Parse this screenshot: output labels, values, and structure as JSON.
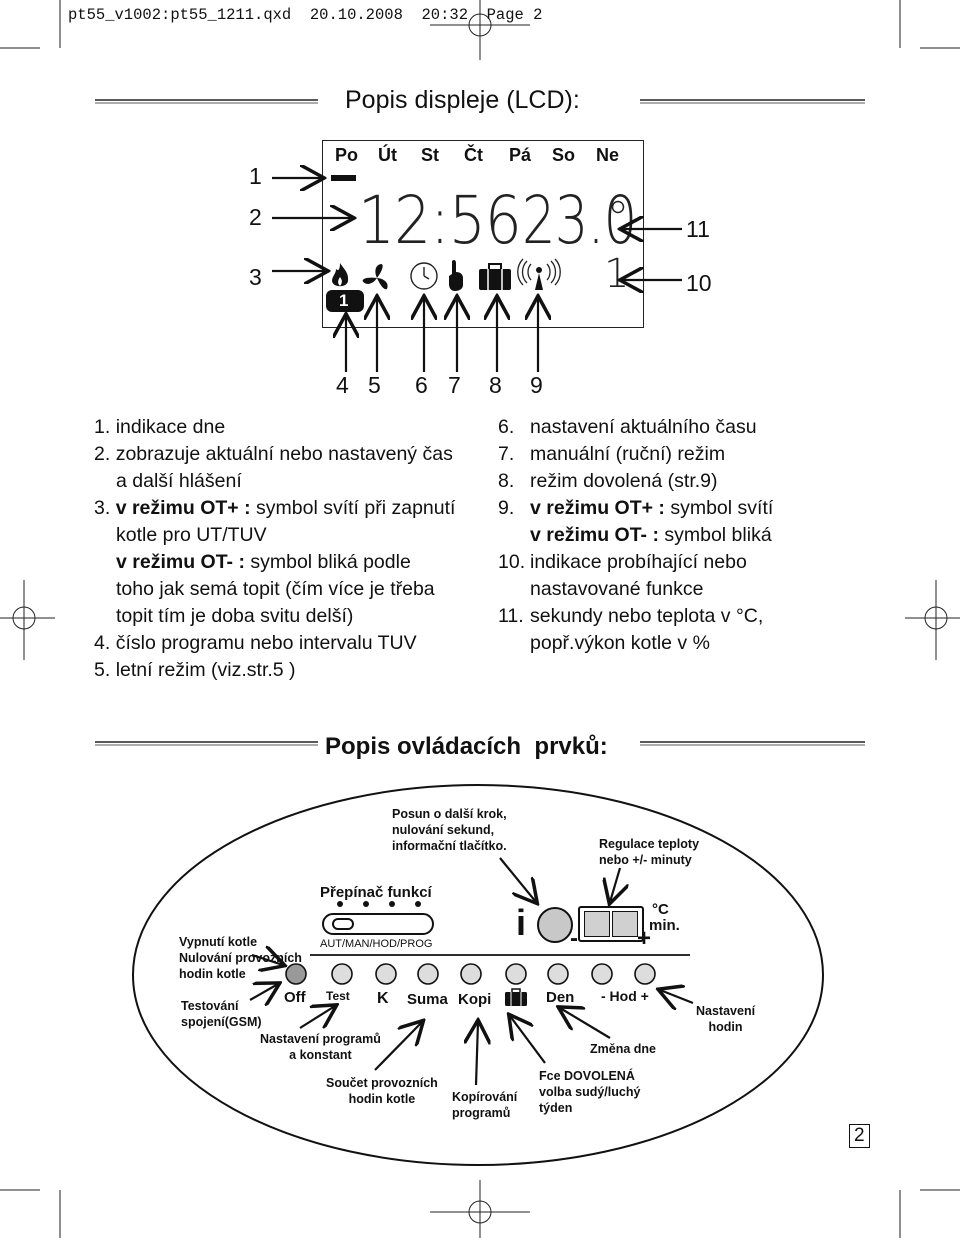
{
  "print_header": {
    "filename": "pt55_v1002:pt55_1211.qxd",
    "date": "20.10.2008",
    "time": "20:32",
    "page_label": "Page 2"
  },
  "lcd_section": {
    "title": "Popis displeje (LCD):",
    "days": [
      "Po",
      "Út",
      "St",
      "Čt",
      "Pá",
      "So",
      "Ne"
    ],
    "time_display": "12:56",
    "value_display": "23.0",
    "function_digit": "1",
    "program_number": "1",
    "left_markers": [
      "1",
      "2",
      "3"
    ],
    "right_markers": [
      "11",
      "10"
    ],
    "bottom_markers": [
      "4",
      "5",
      "6",
      "7",
      "8",
      "9"
    ],
    "icons": [
      "flame-icon",
      "fan-icon",
      "clock-icon",
      "hand-icon",
      "suitcase-icon",
      "signal-icon"
    ]
  },
  "legend_left": [
    {
      "num": "1.",
      "text": "indikace dne"
    },
    {
      "num": "2.",
      "text": "zobrazuje aktuální nebo nastavený čas"
    },
    {
      "num": "",
      "text": "a další hlášení"
    },
    {
      "num": "3.",
      "bold": "v režimu OT+ :",
      "text": " symbol svítí při zapnutí"
    },
    {
      "num": "",
      "text": "kotle pro UT/TUV"
    },
    {
      "num": "",
      "bold": "v režimu OT- :",
      "text": " symbol bliká podle"
    },
    {
      "num": "",
      "text": "toho jak semá topit (čím více je třeba"
    },
    {
      "num": "",
      "text": "topit tím je doba svitu delší)"
    },
    {
      "num": "4.",
      "text": "číslo programu nebo intervalu TUV"
    },
    {
      "num": "5.",
      "text": "letní režim (viz.str.5 )"
    }
  ],
  "legend_right": [
    {
      "num": "6.",
      "text": "nastavení aktuálního času"
    },
    {
      "num": "7.",
      "text": "manuální (ruční) režim"
    },
    {
      "num": "8.",
      "text": "režim dovolená (str.9)"
    },
    {
      "num": "9.",
      "bold": "v režimu OT+ :",
      "text": " symbol svítí"
    },
    {
      "num": "",
      "bold": "v režimu OT- :",
      "text": " symbol bliká"
    },
    {
      "num": "10.",
      "text": "indikace probíhající nebo"
    },
    {
      "num": "",
      "text": "nastavované funkce"
    },
    {
      "num": "11.",
      "text": "sekundy nebo teplota v °C,"
    },
    {
      "num": "",
      "text": "popř.výkon kotle v %"
    }
  ],
  "controls_section": {
    "title": "Popis ovládacích  prvků:",
    "switch_title": "Přepínač funkcí",
    "switch_modes": "AUT/MAN/HOD/PROG",
    "info_symbol": "i",
    "minus_symbol": "-",
    "plus_symbol": "+",
    "unit_c": "°C",
    "unit_min": "min.",
    "button_labels": {
      "off": "Off",
      "test": "Test",
      "k": "K",
      "suma": "Suma",
      "kopi": "Kopi",
      "den": "Den",
      "hod": "- Hod +"
    },
    "callouts": {
      "posun": [
        "Posun o další krok,",
        "nulování sekund,",
        "informační tlačítko."
      ],
      "regulace": [
        "Regulace teploty",
        "nebo +/- minuty"
      ],
      "vypnuti": [
        "Vypnutí kotle",
        "Nulování provozních",
        "hodin kotle"
      ],
      "testovani": [
        "Testování",
        "spojení(GSM)"
      ],
      "nastaveni_programu": [
        "Nastavení programů",
        "a konstant"
      ],
      "soucet": [
        "Součet provozních",
        "hodin kotle"
      ],
      "kopirovani": [
        "Kopírování",
        "programů"
      ],
      "dovolena": [
        "Fce DOVOLENÁ",
        "volba sudý/luchý",
        "týden"
      ],
      "zmena_dne": [
        "Změna dne"
      ],
      "nastaveni_hodin": [
        "Nastavení",
        "hodin"
      ]
    }
  },
  "page_number": "2"
}
